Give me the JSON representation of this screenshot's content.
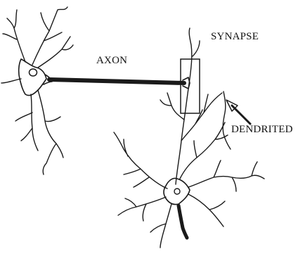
{
  "labels": {
    "axon": "AXON",
    "synapse": "SYNAPSE",
    "dendrited": "DENDRITED"
  },
  "colors": {
    "ink": "#1a1a1a",
    "background": "#ffffff"
  },
  "structures": {
    "left_neuron": "neuron",
    "right_neuron": "neuron",
    "synapse_box": "box",
    "arrow": "pointer-arrow"
  }
}
